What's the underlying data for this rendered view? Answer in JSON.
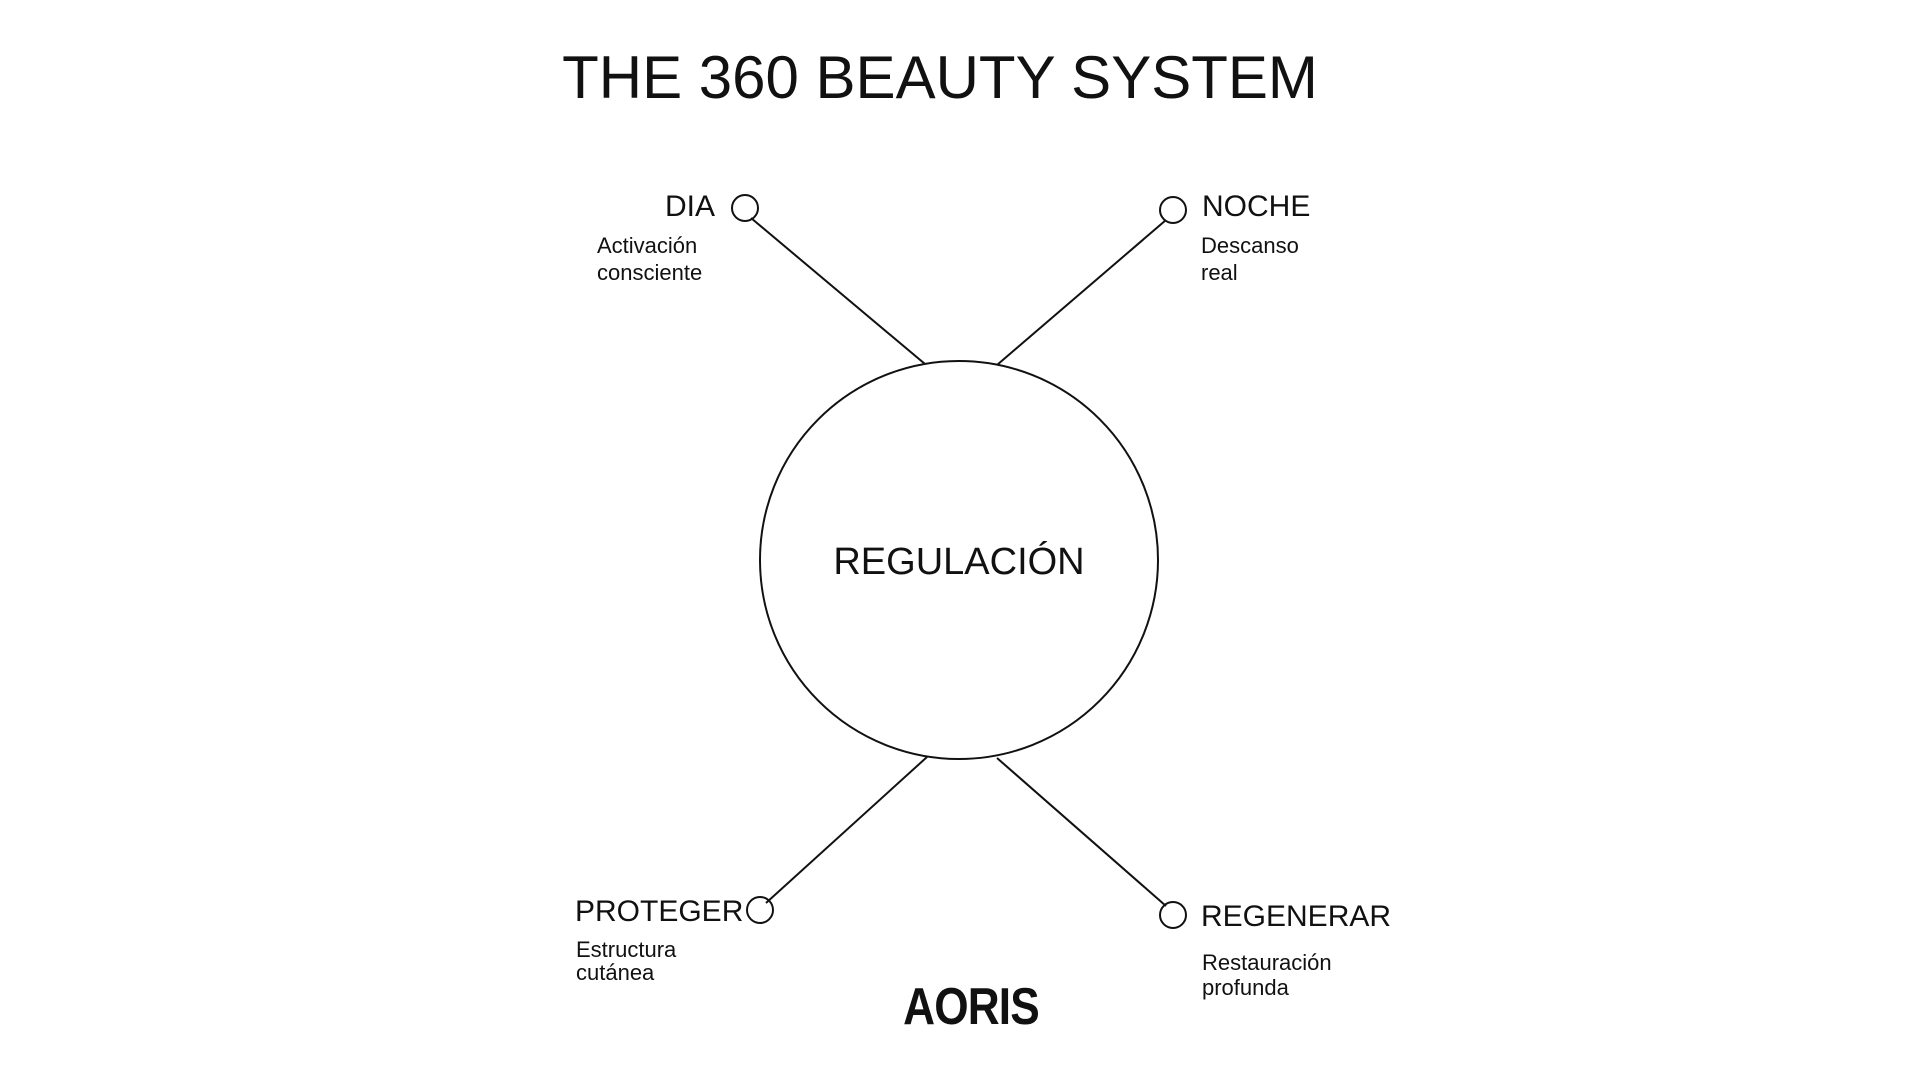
{
  "title": "THE 360 BEAUTY SYSTEM",
  "center": "REGULACIÓN",
  "nodes": {
    "dia": {
      "label": "DIA",
      "desc1": "Activación",
      "desc2": "consciente"
    },
    "noche": {
      "label": "NOCHE",
      "desc1": "Descanso",
      "desc2": "real"
    },
    "proteger": {
      "label": "PROTEGER",
      "desc1": "Estructura",
      "desc2": "cutánea"
    },
    "regenerar": {
      "label": "REGENERAR",
      "desc1": "Restauración",
      "desc2": "profunda"
    }
  },
  "logo": "AORIS"
}
